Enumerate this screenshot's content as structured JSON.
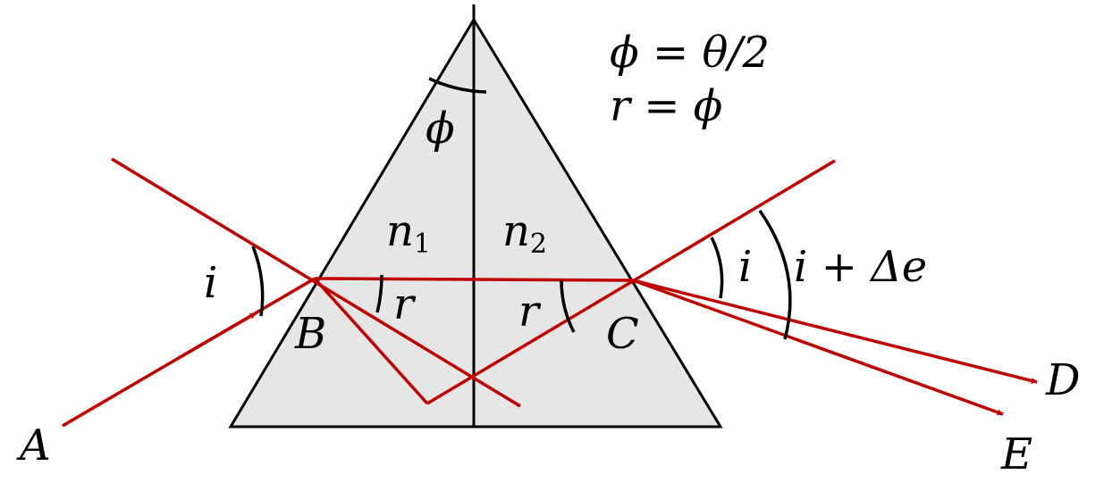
{
  "colors": {
    "prism_fill": "#e6e6e6",
    "outline": "#000000",
    "ray": "#c00000"
  },
  "equations": {
    "line1": "ϕ = θ/2",
    "line2": "r = ϕ"
  },
  "labels": {
    "phi": "ϕ",
    "n1_base": "n",
    "n1_sub": "1",
    "n2_base": "n",
    "n2_sub": "2",
    "i_left": "i",
    "r_left": "r",
    "r_right": "r",
    "i_right": "i",
    "i_delta": "i + Δe",
    "point_A": "A",
    "point_B": "B",
    "point_C": "C",
    "point_D": "D",
    "point_E": "E"
  }
}
